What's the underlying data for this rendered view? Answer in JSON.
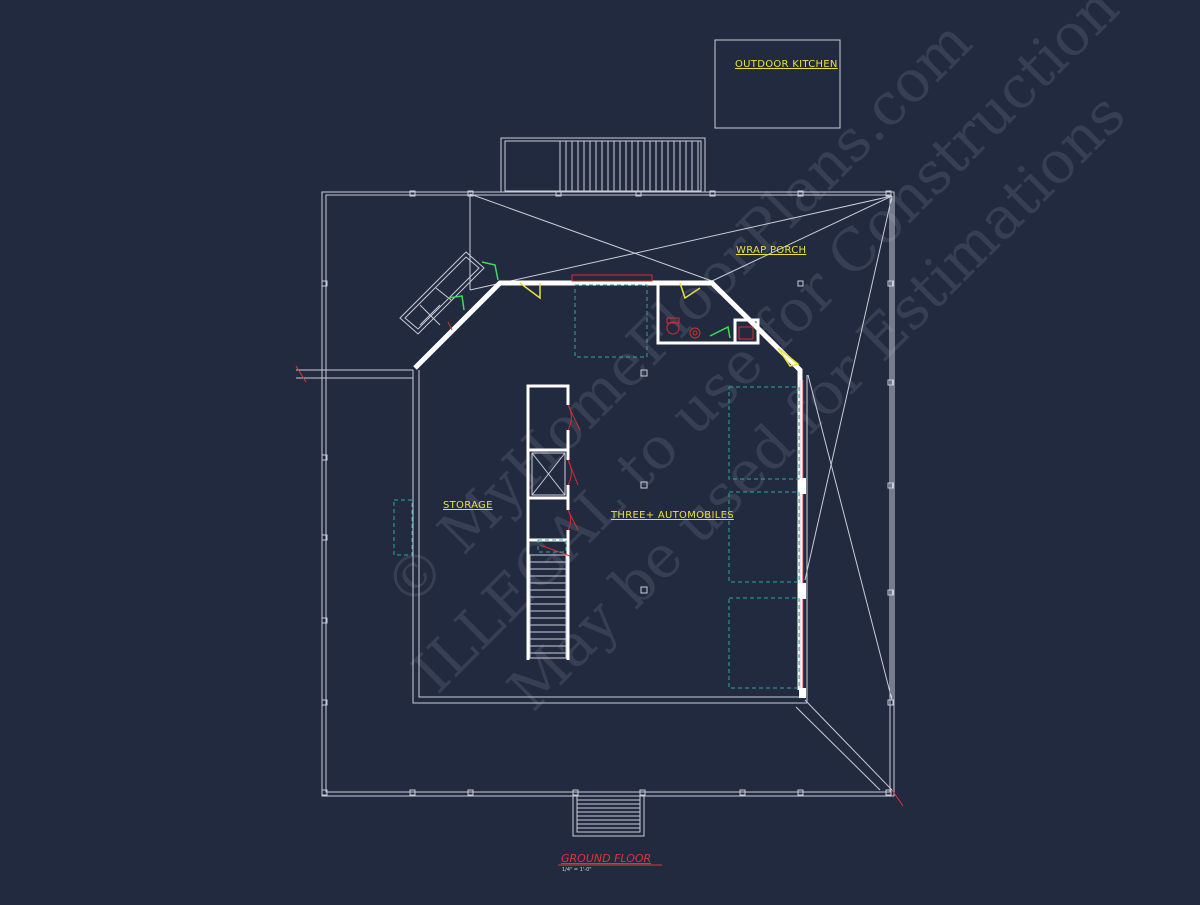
{
  "labels": {
    "outdoor_kitchen": "OUTDOOR KITCHEN",
    "wrap_porch": "WRAP PORCH",
    "storage": "STORAGE",
    "garage": "THREE+ AUTOMOBILES"
  },
  "title": {
    "name": "GROUND FLOOR",
    "scale": "1/4\" = 1'-0\""
  },
  "watermark": {
    "line1": "© MyHomeFloorPlans.com",
    "line2": "ILLEGAL to use for Construction",
    "line3": "May be used for Estimations"
  },
  "colors": {
    "background": "#222a3f",
    "linework": "#c9cdd8",
    "wall": "#ffffff",
    "label": "#e8e23a",
    "title": "#e0333b",
    "door_swing": "#d32f2f",
    "dashed_cabinet": "#2aa8a8"
  }
}
